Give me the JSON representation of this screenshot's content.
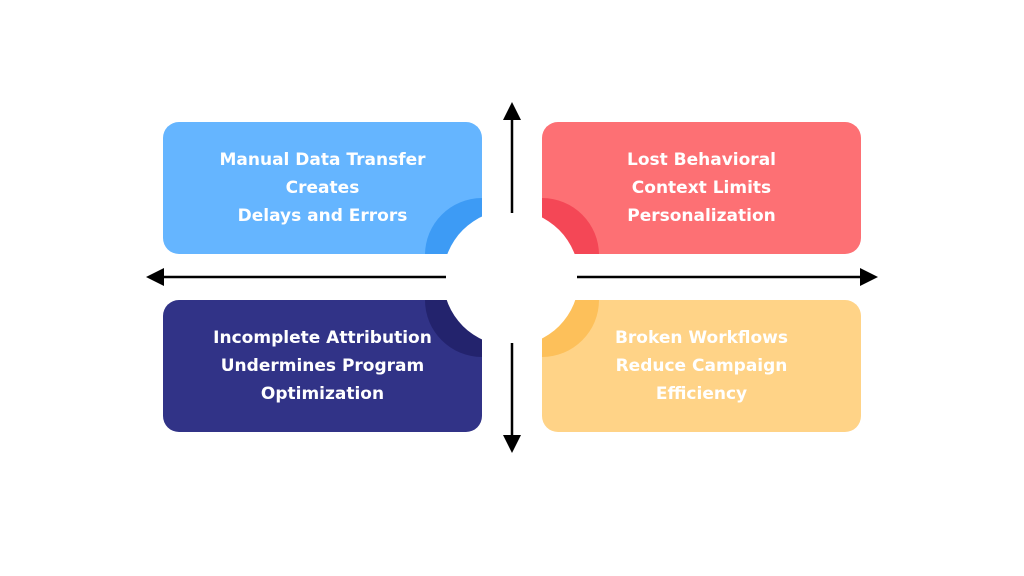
{
  "colors": {
    "blue_card": "#65B5FF",
    "blue_accent": "#3D9BF5",
    "red_card": "#FD7074",
    "red_accent": "#F44756",
    "navy_card": "#313387",
    "navy_accent": "#23236D",
    "yellow_card": "#FFD387",
    "yellow_accent": "#FDC05A",
    "arrow": "#000000"
  },
  "quadrants": {
    "top_left": {
      "label": "Manual Data Transfer\nCreates\nDelays and Errors"
    },
    "top_right": {
      "label": "Lost Behavioral\nContext Limits\nPersonalization"
    },
    "bottom_left": {
      "label": "Incomplete Attribution\nUndermines Program\nOptimization"
    },
    "bottom_right": {
      "label": "Broken Workflows\nReduce Campaign\nEfficiency"
    }
  }
}
